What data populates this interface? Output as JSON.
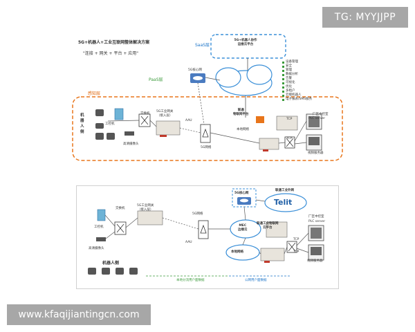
{
  "overlay": {
    "tag": "TG: MYYJJPP",
    "site": "www.kfaqijiantingcn.com"
  },
  "diagram1": {
    "title": "5G+机器人+工业互联网整体解决方案",
    "subtitle": "\"连接 + 网关 + 平台 + 应用\"",
    "saas_layer": "SaaS层",
    "paas_layer": "PaaS层",
    "perception_layer": "感知层",
    "saas_platform": "5G+机器人协作\n运维云平台",
    "core_network": "5G核心网",
    "robot_side": "机器人侧",
    "ipc": "工控机",
    "switch": "交换机",
    "hd_camera": "高清摄像头",
    "gateway": "5G工业网关\n（接入层）",
    "aau": "AAU",
    "nr": "5G网络",
    "unicom_platform": "联通\n物联网平台",
    "local_network": "本地网络",
    "factory_room": "厂区中控室",
    "plc_server": "PLC server",
    "video_server": "视频服务器",
    "app_list": [
      "设备管理",
      "安全",
      "管理",
      "数据分析",
      "告警",
      "可视化",
      "优化",
      "多租户",
      "云端机器人",
      "电子报表/SMS服务"
    ],
    "plc_ports": [
      "TCP",
      "TCP"
    ]
  },
  "diagram2": {
    "core_network": "5G核心网",
    "unicom_external": "联通工业外网",
    "telit": "Telit",
    "factory_room": "厂区中控室",
    "plc_server": "PLC server",
    "video_server": "视频服务器",
    "unicom_platform": "联通工业物联网\n云平台",
    "mec": "MEC\n边缘云",
    "local_network": "本地网络",
    "ipc": "工控机",
    "switch": "交换机",
    "gateway": "5G工业网关\n（接入层）",
    "hd_camera": "高清摄像头",
    "nr": "5G网络",
    "aau": "AAU",
    "robot_side": "机器人侧",
    "local_shunt": "本地分流用户面数据",
    "public_user": "公网用户面数据",
    "port_labels": [
      "TCP",
      "TCP"
    ]
  }
}
